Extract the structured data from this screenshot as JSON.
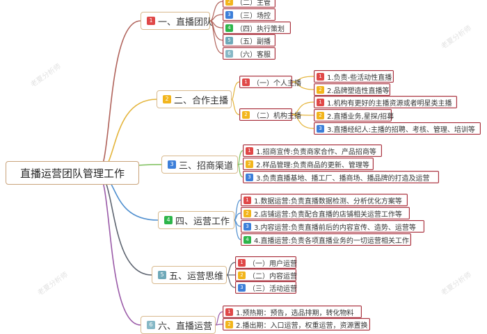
{
  "root": {
    "label": "直播运营团队管理工作"
  },
  "badge_colors": {
    "1": "#e04848",
    "2": "#f2b51c",
    "3": "#3d7fd9",
    "4": "#2db54a",
    "5": "#6fa9b9",
    "6": "#86b8c6"
  },
  "branch_line_colors": [
    "#b0625a",
    "#e4b43a",
    "#7cbf5a",
    "#4f8fcf",
    "#5d6470",
    "#9a5aa8"
  ],
  "branches": [
    {
      "badge": "1",
      "label": "一、直播团队",
      "children": [
        {
          "badge": "2",
          "label": "（二）主管"
        },
        {
          "badge": "3",
          "label": "（三）场控"
        },
        {
          "badge": "4",
          "label": "（四）执行策划"
        },
        {
          "badge": "5",
          "label": "（五）副播"
        },
        {
          "badge": "6",
          "label": "（六）客服"
        }
      ]
    },
    {
      "badge": "2",
      "label": "二、合作主播",
      "children": [
        {
          "badge": "1",
          "label": "（一）个人主播",
          "children": [
            {
              "badge": "1",
              "label": "1.负责-些活动性直播"
            },
            {
              "badge": "2",
              "label": "2.品牌塑造性直播等"
            }
          ]
        },
        {
          "badge": "2",
          "label": "（二）机构主播",
          "children": [
            {
              "badge": "1",
              "label": "1.机构有更好的主播资源或者明星类主播"
            },
            {
              "badge": "2",
              "label": "2.直播业务,星探/招募"
            },
            {
              "badge": "3",
              "label": "3.直播经纪人:主播的招聘、考核、管理、培训等"
            }
          ]
        }
      ]
    },
    {
      "badge": "3",
      "label": "三、招商渠道",
      "children": [
        {
          "badge": "1",
          "label": "1.招商宣传:负责商家合作、产品招商等"
        },
        {
          "badge": "2",
          "label": "2.样品管理:负责商品的更新、管理等"
        },
        {
          "badge": "3",
          "label": "3.负责直播基地、播工厂、播商场、播品牌的打造及运营"
        }
      ]
    },
    {
      "badge": "4",
      "label": "四、运营工作",
      "children": [
        {
          "badge": "1",
          "label": "1.数据运营:负责直播数据检测、分析优化方案等"
        },
        {
          "badge": "2",
          "label": "2.店铺运营:负责配合直播的店铺相关运营工作等"
        },
        {
          "badge": "3",
          "label": "3.内容运营:负责直播前后的内容宣传、造势、运营等"
        },
        {
          "badge": "4",
          "label": "4.直播运营:负责各项直播业务的一切运营相关工作"
        }
      ]
    },
    {
      "badge": "5",
      "label": "五、运营思维",
      "children": [
        {
          "badge": "1",
          "label": "（一）用户运营"
        },
        {
          "badge": "2",
          "label": "（二）内容运营"
        },
        {
          "badge": "3",
          "label": "（三）活动运营"
        }
      ]
    },
    {
      "badge": "6",
      "label": "六、直播运营",
      "children": [
        {
          "badge": "1",
          "label": "1.预热期：预告，选品排期，转化物料"
        },
        {
          "badge": "2",
          "label": "2.播出期：入口运营，权重运营，资源置换"
        }
      ]
    }
  ],
  "watermark": "老夏分析师"
}
